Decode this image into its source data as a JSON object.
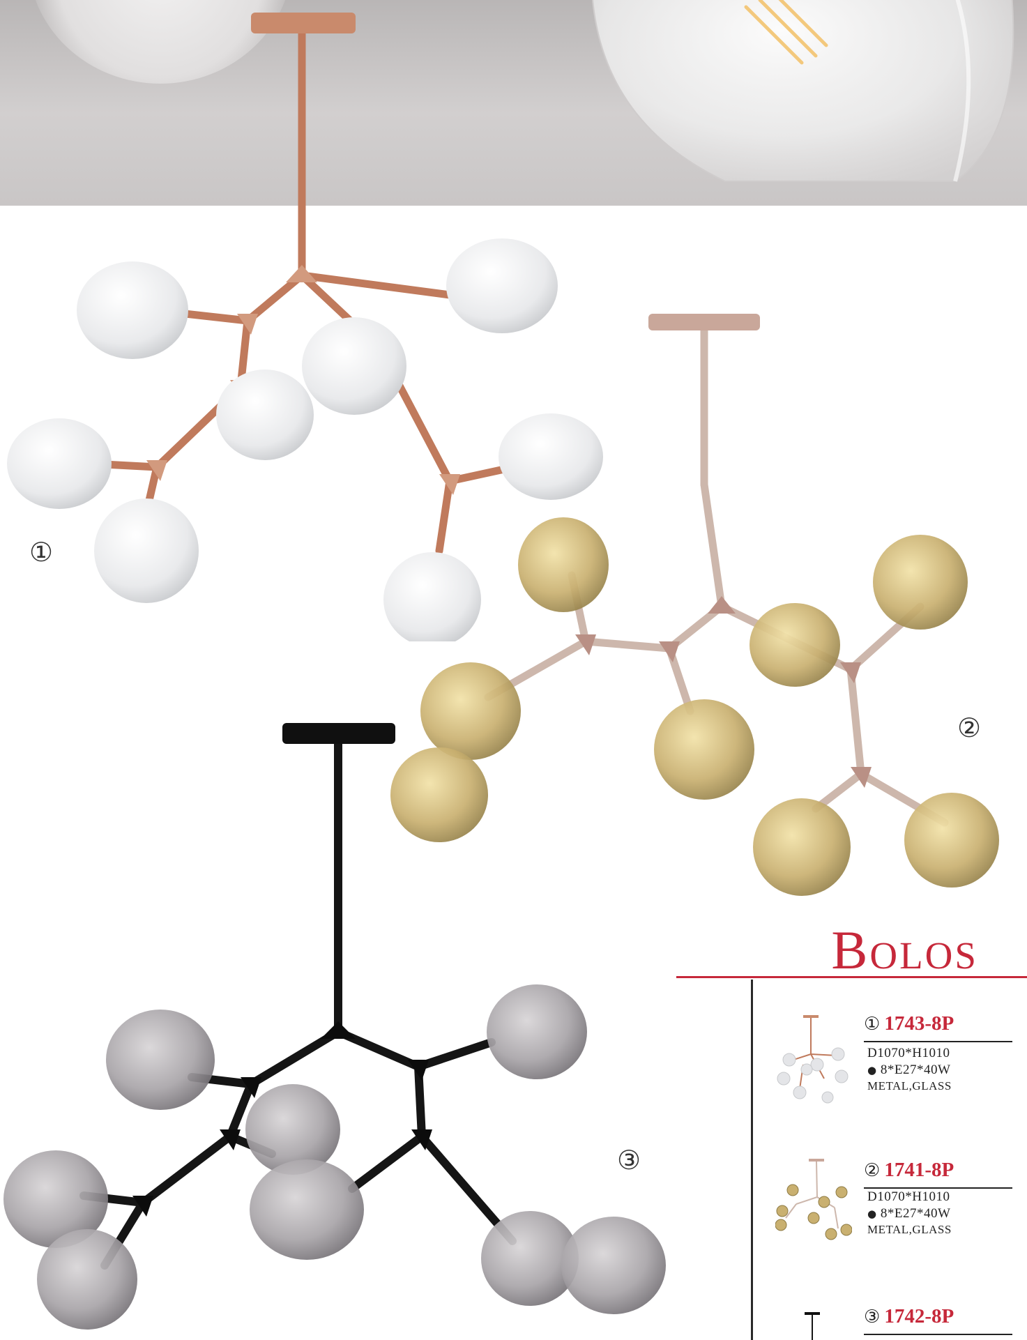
{
  "brand": {
    "name": "Bolos",
    "color": "#c6283a"
  },
  "variants": [
    {
      "mark": "①",
      "finish": "rose-gold",
      "glass": "white"
    },
    {
      "mark": "②",
      "finish": "champagne",
      "glass": "amber"
    },
    {
      "mark": "③",
      "finish": "black",
      "glass": "smoke"
    }
  ],
  "catalog": [
    {
      "mark": "①",
      "code": "1743-8P",
      "size": "D1070*H1010",
      "bulbs": "8*E27*40W",
      "material": "METAL,GLASS"
    },
    {
      "mark": "②",
      "code": "1741-8P",
      "size": "D1070*H1010",
      "bulbs": "8*E27*40W",
      "material": "METAL,GLASS"
    },
    {
      "mark": "③",
      "code": "1742-8P"
    }
  ],
  "icons": {
    "bulb": "bulb-icon"
  }
}
